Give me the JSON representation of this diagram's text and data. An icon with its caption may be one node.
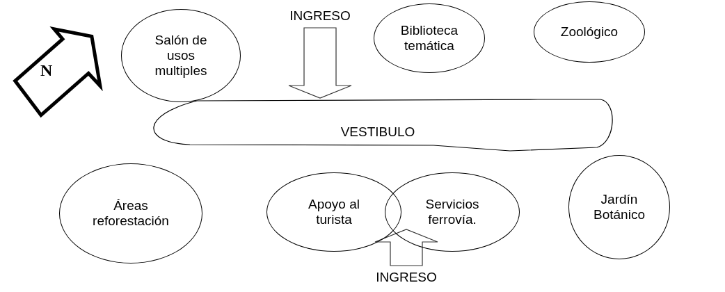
{
  "diagram": {
    "nodes": [
      {
        "text": [
          "Salón de usos multiples"
        ]
      },
      {
        "text": [
          "INGRESO"
        ]
      },
      {
        "text": [
          "Biblioteca temática"
        ]
      },
      {
        "text": [
          "Zoológico"
        ]
      },
      {
        "text": [
          "VESTIBULO"
        ]
      },
      {
        "text": [
          "Áreas reforestación"
        ]
      },
      {
        "text": [
          "Apoyo al turista"
        ]
      },
      {
        "text": [
          "Servicios ferrovía."
        ]
      },
      {
        "text": [
          "Jardín Botánico"
        ]
      },
      {
        "text": [
          "INGRESO"
        ]
      }
    ],
    "edges": [
      {
        "from": 1,
        "to": 4,
        "arrow": "to"
      },
      {
        "from": 9,
        "to": null,
        "arrow": "to"
      }
    ],
    "labels": [
      "N"
    ]
  }
}
